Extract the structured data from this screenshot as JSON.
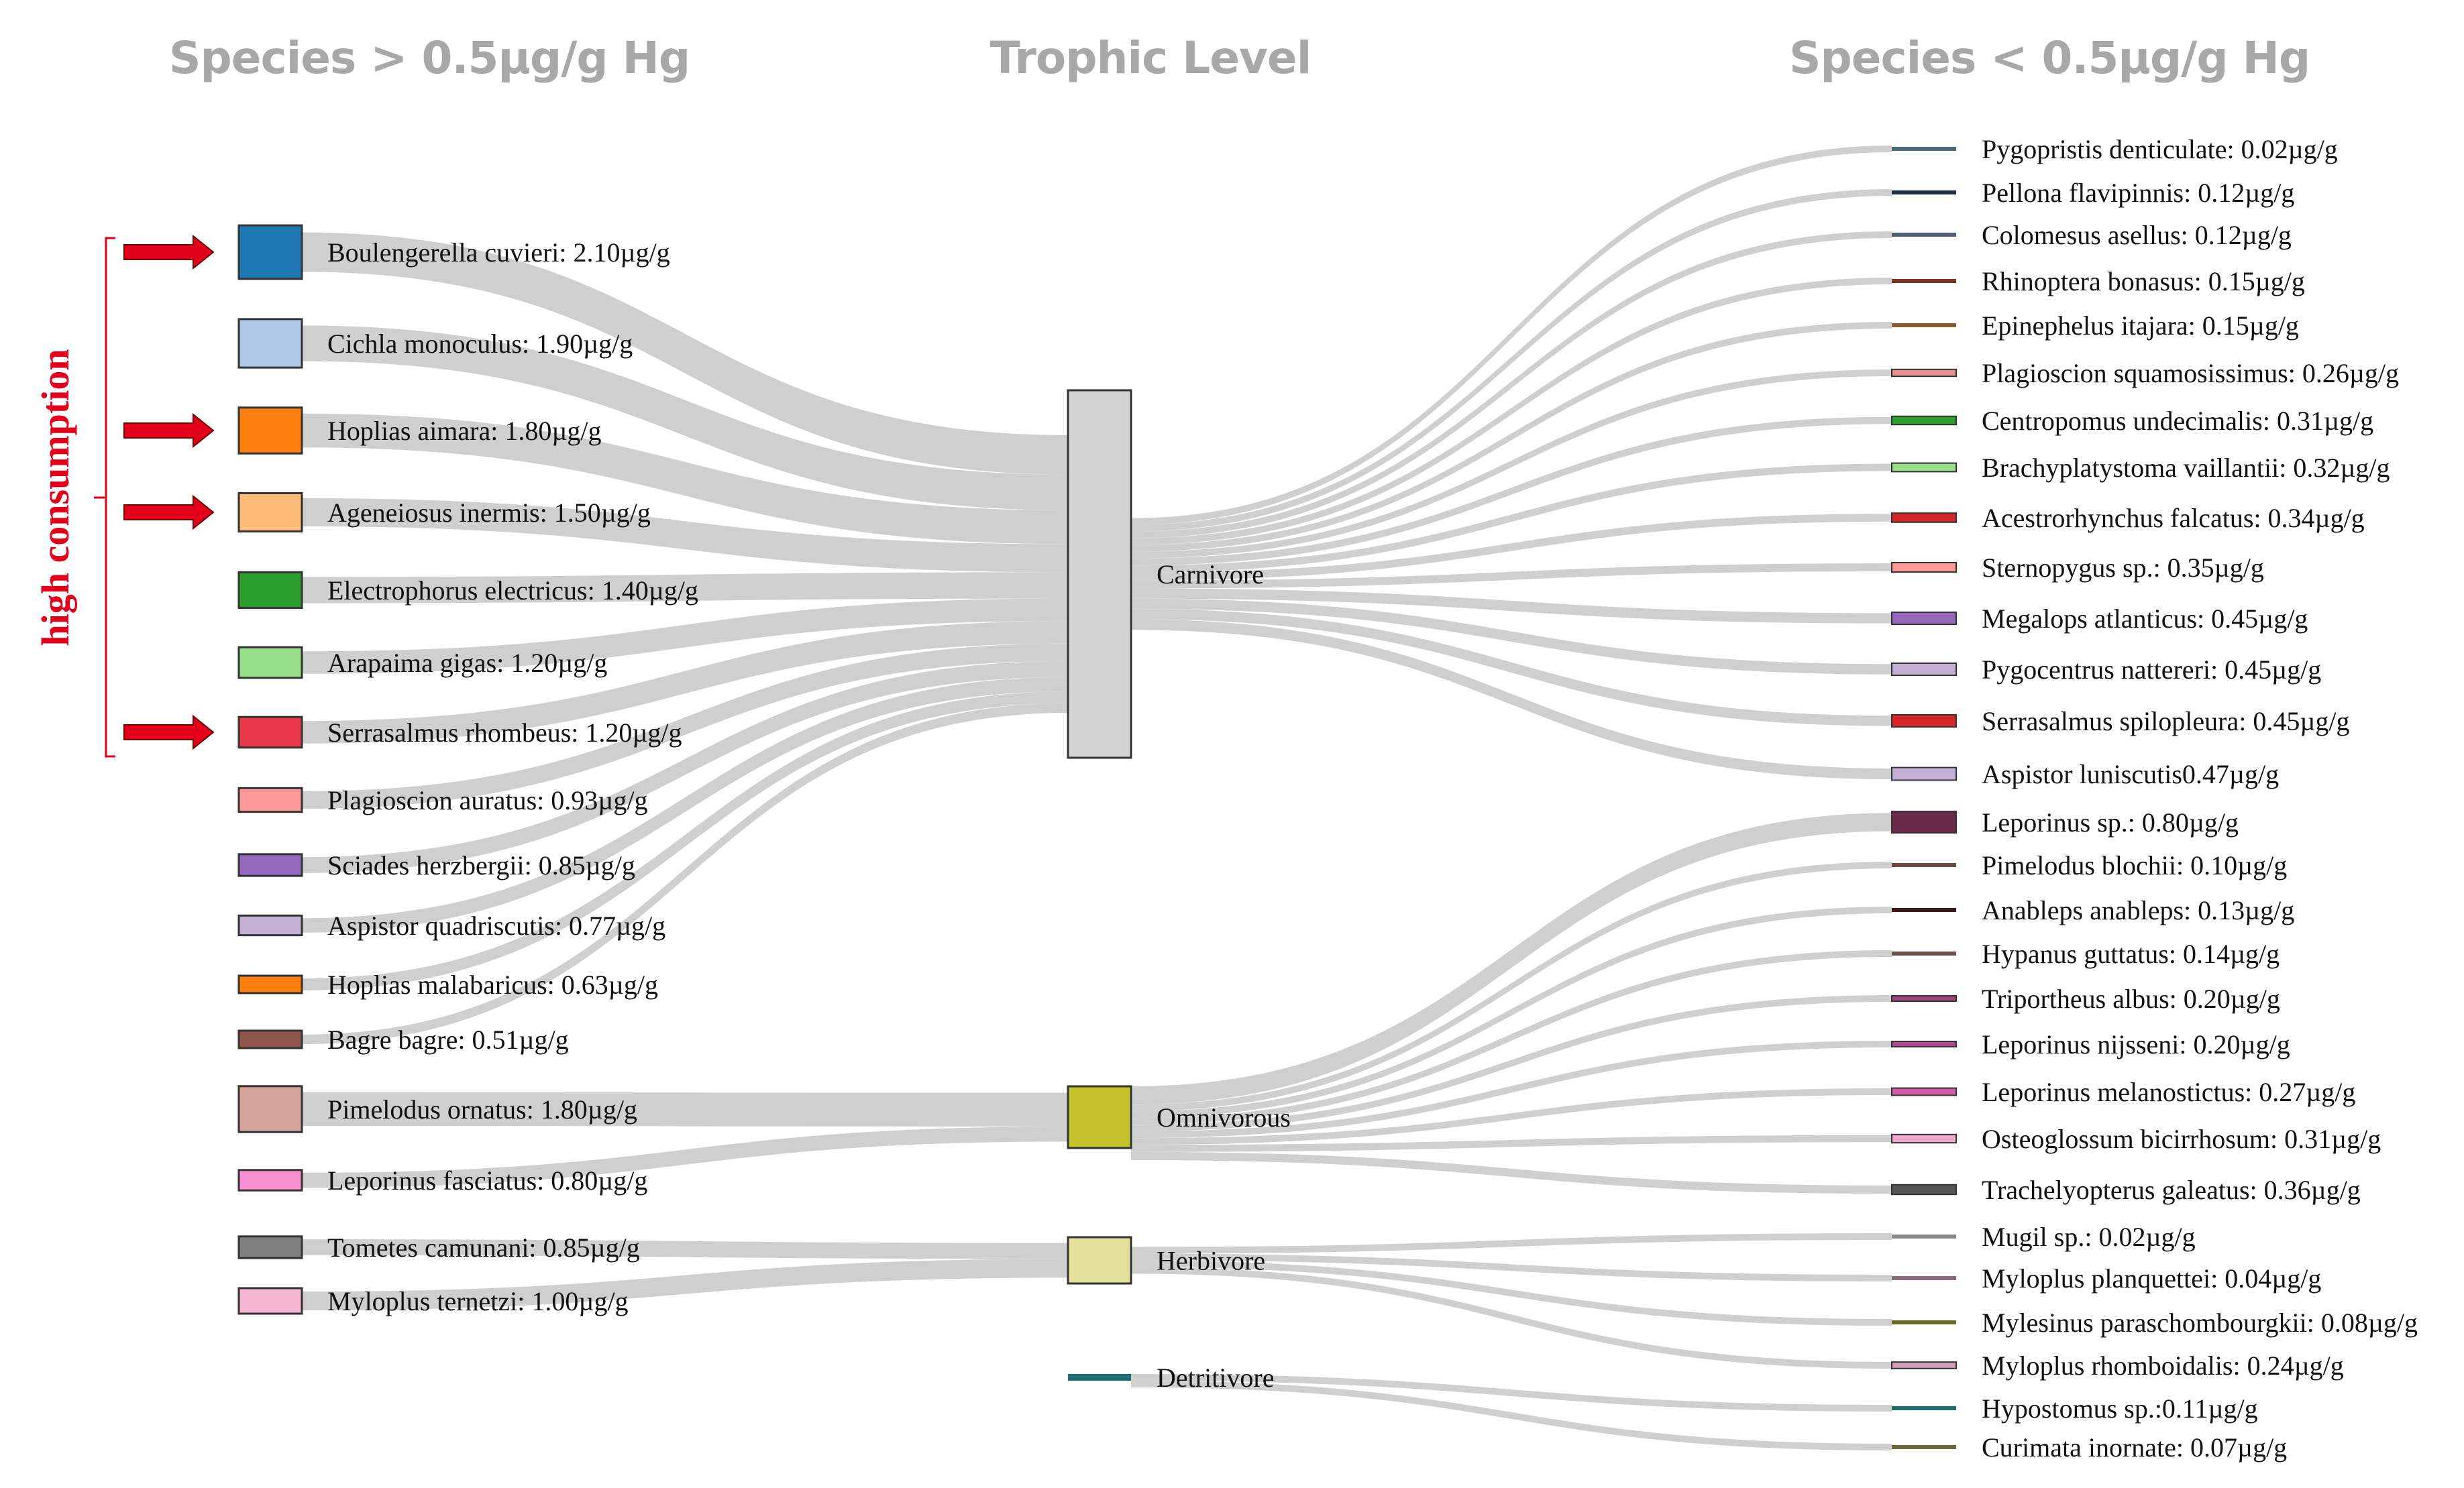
{
  "headers": {
    "left": "Species > 0.5µg/g Hg",
    "center": "Trophic Level",
    "right": "Species < 0.5µg/g Hg"
  },
  "annotation": {
    "label": "high consumption",
    "color": "#e3001b",
    "arrow_color": "#e3001b",
    "arrow_targets": [
      "Boulengerella cuvieri",
      "Hoplias aimara",
      "Ageneiosus inermis",
      "Serrasalmus rhombeus"
    ]
  },
  "colors": {
    "link": "#cccccc",
    "node_border": "#333333"
  },
  "trophic_levels": [
    {
      "name": "Carnivore",
      "label": "Carnivore",
      "color": "#d4d4d4"
    },
    {
      "name": "Omnivorous",
      "label": "Omnivorous",
      "color": "#c5c22b"
    },
    {
      "name": "Herbivore",
      "label": "Herbivore",
      "color": "#e2e09a"
    },
    {
      "name": "Detritivore",
      "label": "Detritivore",
      "color": "#1b6e73"
    }
  ],
  "left_species": [
    {
      "label": "Boulengerella cuvieri: 2.10µg/g",
      "value": 2.1,
      "level": "Carnivore",
      "color": "#1f77b4"
    },
    {
      "label": "Cichla monoculus: 1.90µg/g",
      "value": 1.9,
      "level": "Carnivore",
      "color": "#aec7e8"
    },
    {
      "label": "Hoplias aimara: 1.80µg/g",
      "value": 1.8,
      "level": "Carnivore",
      "color": "#ff7f0e"
    },
    {
      "label": "Ageneiosus inermis: 1.50µg/g",
      "value": 1.5,
      "level": "Carnivore",
      "color": "#ffbb78"
    },
    {
      "label": "Electrophorus electricus: 1.40µg/g",
      "value": 1.4,
      "level": "Carnivore",
      "color": "#2ca02c"
    },
    {
      "label": "Arapaima gigas: 1.20µg/g",
      "value": 1.2,
      "level": "Carnivore",
      "color": "#98df8a"
    },
    {
      "label": "Serrasalmus rhombeus: 1.20µg/g",
      "value": 1.2,
      "level": "Carnivore",
      "color": "#e8384a"
    },
    {
      "label": "Plagioscion auratus: 0.93µg/g",
      "value": 0.93,
      "level": "Carnivore",
      "color": "#ff9896"
    },
    {
      "label": "Sciades herzbergii: 0.85µg/g",
      "value": 0.85,
      "level": "Carnivore",
      "color": "#9467bd"
    },
    {
      "label": "Aspistor quadriscutis: 0.77µg/g",
      "value": 0.77,
      "level": "Carnivore",
      "color": "#c5b0d5"
    },
    {
      "label": "Hoplias malabaricus: 0.63µg/g",
      "value": 0.63,
      "level": "Carnivore",
      "color": "#ff7f0e"
    },
    {
      "label": "Bagre bagre: 0.51µg/g",
      "value": 0.51,
      "level": "Carnivore",
      "color": "#8c564b"
    },
    {
      "label": "Pimelodus ornatus: 1.80µg/g",
      "value": 1.8,
      "level": "Omnivorous",
      "color": "#d4a59a"
    },
    {
      "label": "Leporinus fasciatus: 0.80µg/g",
      "value": 0.8,
      "level": "Omnivorous",
      "color": "#f78fd2"
    },
    {
      "label": "Tometes camunani: 0.85µg/g",
      "value": 0.85,
      "level": "Herbivore",
      "color": "#7f7f7f"
    },
    {
      "label": "Myloplus ternetzi: 1.00µg/g",
      "value": 1.0,
      "level": "Herbivore",
      "color": "#f7b6d2"
    }
  ],
  "right_species": [
    {
      "label": "Pygopristis denticulate: 0.02µg/g",
      "value": 0.02,
      "level": "Carnivore",
      "color": "#4a6a78"
    },
    {
      "label": "Pellona flavipinnis: 0.12µg/g",
      "value": 0.12,
      "level": "Carnivore",
      "color": "#1a2e4a"
    },
    {
      "label": "Colomesus asellus: 0.12µg/g",
      "value": 0.12,
      "level": "Carnivore",
      "color": "#4e6078"
    },
    {
      "label": "Rhinoptera bonasus: 0.15µg/g",
      "value": 0.15,
      "level": "Carnivore",
      "color": "#7a3420"
    },
    {
      "label": "Epinephelus itajara: 0.15µg/g",
      "value": 0.15,
      "level": "Carnivore",
      "color": "#8c5a30"
    },
    {
      "label": "Plagioscion squamosissimus: 0.26µg/g",
      "value": 0.26,
      "level": "Carnivore",
      "color": "#e89090"
    },
    {
      "label": "Centropomus undecimalis: 0.31µg/g",
      "value": 0.31,
      "level": "Carnivore",
      "color": "#2ca02c"
    },
    {
      "label": "Brachyplatystoma vaillantii: 0.32µg/g",
      "value": 0.32,
      "level": "Carnivore",
      "color": "#98df8a"
    },
    {
      "label": "Acestrorhynchus falcatus: 0.34µg/g",
      "value": 0.34,
      "level": "Carnivore",
      "color": "#d62728"
    },
    {
      "label": "Sternopygus sp.: 0.35µg/g",
      "value": 0.35,
      "level": "Carnivore",
      "color": "#ff9896"
    },
    {
      "label": "Megalops atlanticus: 0.45µg/g",
      "value": 0.45,
      "level": "Carnivore",
      "color": "#9467bd"
    },
    {
      "label": "Pygocentrus nattereri: 0.45µg/g",
      "value": 0.45,
      "level": "Carnivore",
      "color": "#c5b0d5"
    },
    {
      "label": "Serrasalmus spilopleura: 0.45µg/g",
      "value": 0.45,
      "level": "Carnivore",
      "color": "#d62728"
    },
    {
      "label": "Aspistor luniscutis0.47µg/g",
      "value": 0.47,
      "level": "Carnivore",
      "color": "#c5b0d5"
    },
    {
      "label": "Leporinus sp.: 0.80µg/g",
      "value": 0.8,
      "level": "Omnivorous",
      "color": "#6b2a4a"
    },
    {
      "label": "Pimelodus blochii: 0.10µg/g",
      "value": 0.1,
      "level": "Omnivorous",
      "color": "#6b4a44"
    },
    {
      "label": "Anableps anableps: 0.13µg/g",
      "value": 0.13,
      "level": "Omnivorous",
      "color": "#3a1a16"
    },
    {
      "label": "Hypanus guttatus: 0.14µg/g",
      "value": 0.14,
      "level": "Omnivorous",
      "color": "#6a5048"
    },
    {
      "label": "Triportheus albus: 0.20µg/g",
      "value": 0.2,
      "level": "Omnivorous",
      "color": "#a0457a"
    },
    {
      "label": "Leporinus nijsseni: 0.20µg/g",
      "value": 0.2,
      "level": "Omnivorous",
      "color": "#b04890"
    },
    {
      "label": "Leporinus melanostictus: 0.27µg/g",
      "value": 0.27,
      "level": "Omnivorous",
      "color": "#d45aa8"
    },
    {
      "label": "Osteoglossum bicirrhosum: 0.31µg/g",
      "value": 0.31,
      "level": "Omnivorous",
      "color": "#f0a8cc"
    },
    {
      "label": "Trachelyopterus galeatus: 0.36µg/g",
      "value": 0.36,
      "level": "Omnivorous",
      "color": "#555555"
    },
    {
      "label": "Mugil sp.: 0.02µg/g",
      "value": 0.02,
      "level": "Herbivore",
      "color": "#8a8a8a"
    },
    {
      "label": "Myloplus planquettei: 0.04µg/g",
      "value": 0.04,
      "level": "Herbivore",
      "color": "#8a6a7a"
    },
    {
      "label": "Mylesinus paraschombourgkii: 0.08µg/g",
      "value": 0.08,
      "level": "Herbivore",
      "color": "#6a6a20"
    },
    {
      "label": "Myloplus rhomboidalis: 0.24µg/g",
      "value": 0.24,
      "level": "Herbivore",
      "color": "#d4a0b8"
    },
    {
      "label": "Hypostomus sp.:0.11µg/g",
      "value": 0.11,
      "level": "Detritivore",
      "color": "#1a6e6e"
    },
    {
      "label": "Curimata inornate: 0.07µg/g",
      "value": 0.07,
      "level": "Detritivore",
      "color": "#6a6a3a"
    }
  ]
}
